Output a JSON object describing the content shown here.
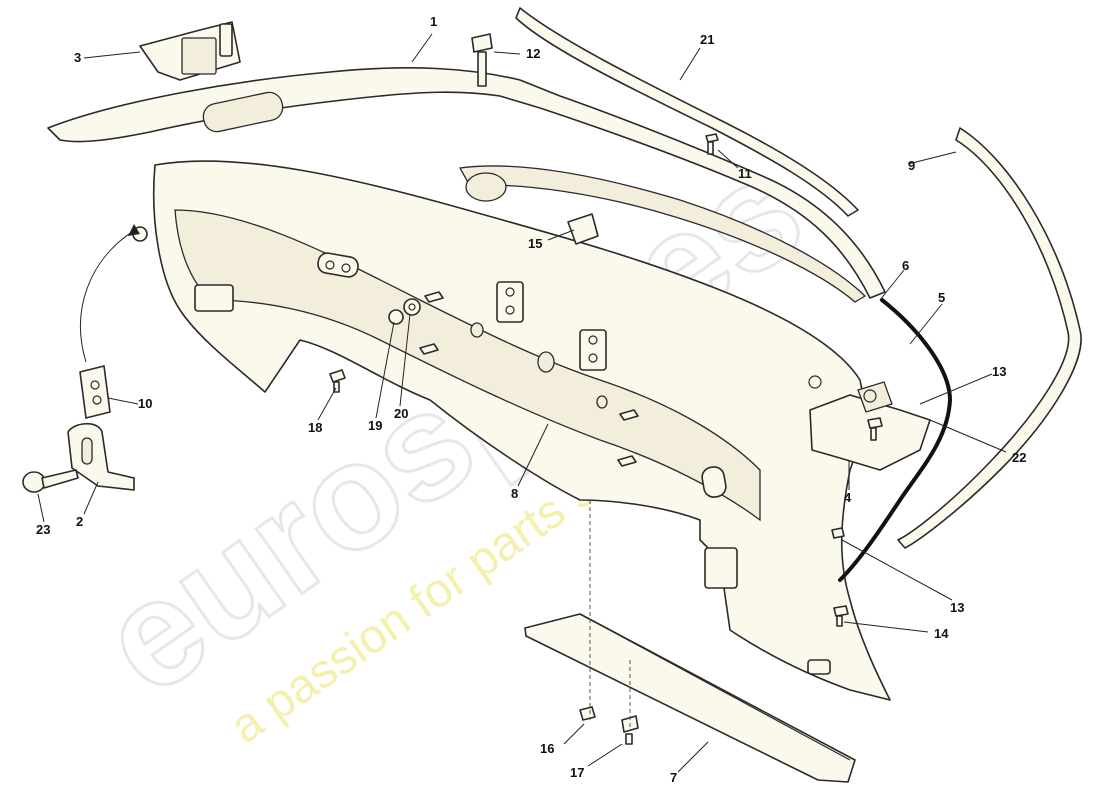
{
  "watermark": {
    "brand": "eurospares",
    "tagline": "a passion for parts since 1985"
  },
  "callouts": [
    "1",
    "2",
    "3",
    "4",
    "5",
    "6",
    "7",
    "8",
    "9",
    "10",
    "11",
    "12",
    "13",
    "13",
    "14",
    "15",
    "16",
    "17",
    "18",
    "19",
    "20",
    "21",
    "22",
    "23"
  ]
}
